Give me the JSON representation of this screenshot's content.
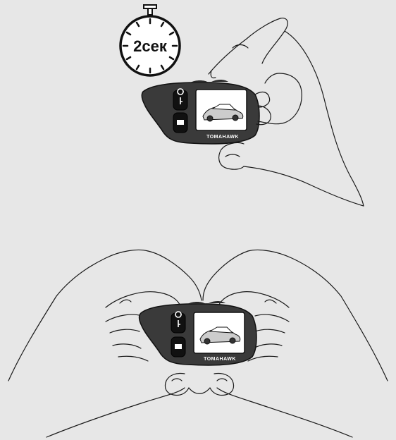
{
  "timer": {
    "label": "2сек"
  },
  "remotes": [
    {
      "brand": "TOMAHAWK"
    },
    {
      "brand": "TOMAHAWK"
    }
  ],
  "colors": {
    "background": "#e7e7e7",
    "line": "#1a1a1a",
    "fob_body": "#3a3a3a",
    "screen": "#ffffff"
  }
}
